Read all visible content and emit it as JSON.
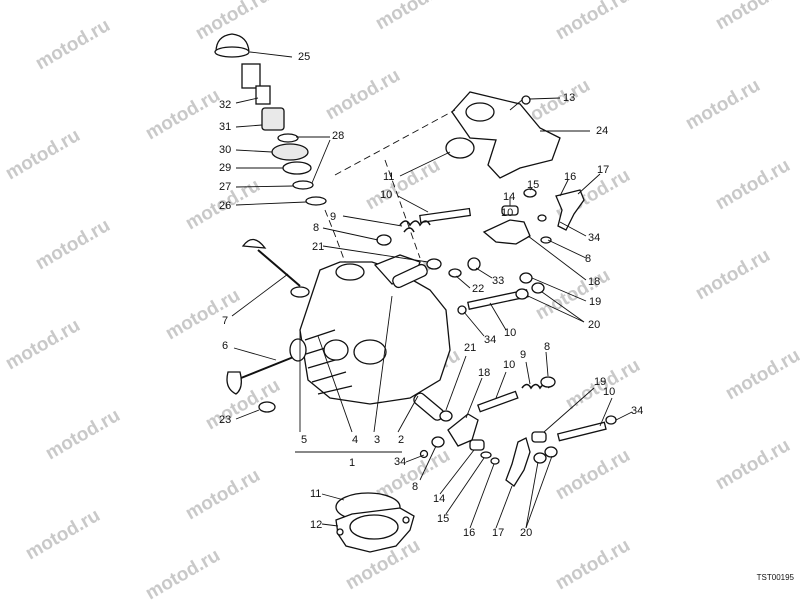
{
  "watermark": "motod.ru",
  "drawing_code": "TST00195",
  "labels": [
    "1",
    "2",
    "3",
    "4",
    "5",
    "6",
    "7",
    "8",
    "8",
    "8",
    "8",
    "9",
    "9",
    "10",
    "10",
    "10",
    "10",
    "10",
    "11",
    "11",
    "12",
    "13",
    "14",
    "14",
    "15",
    "15",
    "16",
    "16",
    "17",
    "17",
    "18",
    "18",
    "19",
    "19",
    "20",
    "20",
    "21",
    "21",
    "22",
    "23",
    "24",
    "25",
    "26",
    "27",
    "28",
    "29",
    "30",
    "31",
    "32",
    "33",
    "34",
    "34",
    "34",
    "34"
  ]
}
